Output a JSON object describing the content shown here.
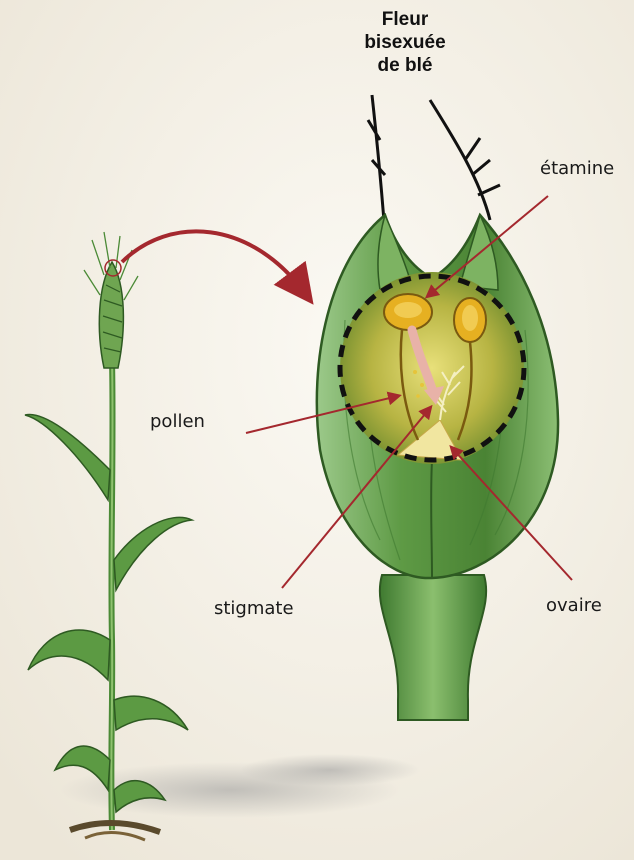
{
  "title": {
    "line1": "Fleur",
    "line2": "bisexuée",
    "line3": "de blé"
  },
  "labels": {
    "stamen": "étamine",
    "pollen": "pollen",
    "stigma": "stigmate",
    "ovary": "ovaire"
  },
  "colors": {
    "background": "#f4f0e8",
    "plant_green": "#4f8f3a",
    "flower_green": "#5e9a45",
    "stamen_yellow": "#e6b021",
    "pointer_red": "#a4282e",
    "dashed_circle": "#111111"
  }
}
